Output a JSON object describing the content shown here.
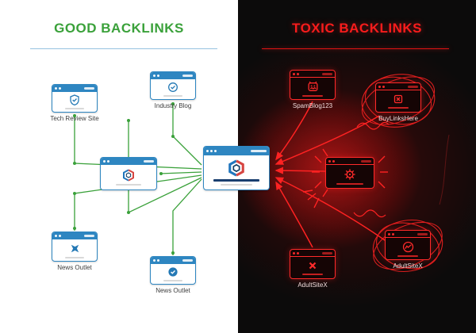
{
  "titles": {
    "good": "GOOD BACKLINKS",
    "toxic": "TOXIC BACKLINKS"
  },
  "colors": {
    "good_accent": "#3aa13a",
    "toxic_accent": "#ff2222",
    "browser_chrome": "#2e86c1",
    "good_panel_bg": "#ffffff",
    "toxic_panel_bg": "#0c0b0b"
  },
  "central_site": {
    "label": "",
    "icon": "hexagon-logo-icon"
  },
  "good_sites": [
    {
      "label": "Tech Review Site",
      "icon": "shield-check-icon"
    },
    {
      "label": "Industry Blog",
      "icon": "circle-check-icon"
    },
    {
      "label": "",
      "icon": "hexagon-logo-icon"
    },
    {
      "label": "News Outlet",
      "icon": "burst-star-icon"
    },
    {
      "label": "News Outlet",
      "icon": "badge-check-icon"
    }
  ],
  "toxic_sites": [
    {
      "label": "SpamBlog123",
      "icon": "spam-face-icon"
    },
    {
      "label": "BuyLinksHere",
      "icon": "box-x-icon"
    },
    {
      "label": "",
      "icon": "virus-icon"
    },
    {
      "label": "AdultSiteX",
      "icon": "cross-x-icon"
    },
    {
      "label": "AdultSiteX",
      "icon": "chart-crash-icon"
    }
  ]
}
